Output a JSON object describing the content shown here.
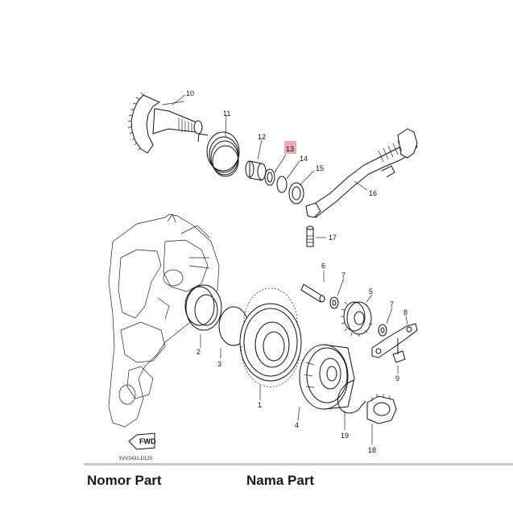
{
  "diagram": {
    "callouts": {
      "c1": "1",
      "c2": "2",
      "c3": "3",
      "c4": "4",
      "c5": "5",
      "c6": "6",
      "c7a": "7",
      "c7b": "7",
      "c8": "8",
      "c9": "9",
      "c10": "10",
      "c11": "11",
      "c12": "12",
      "c13": "13",
      "c14": "14",
      "c15": "15",
      "c16": "16",
      "c17": "17",
      "c18": "18",
      "c19": "19"
    },
    "highlighted_callout": "13",
    "highlight_color": "#f3a9b5",
    "fwd_label": "FWD",
    "diagram_code": "5VV2431-D120"
  },
  "table_header": {
    "col_1": "Nomor Part",
    "col_2": "Nama Part"
  }
}
